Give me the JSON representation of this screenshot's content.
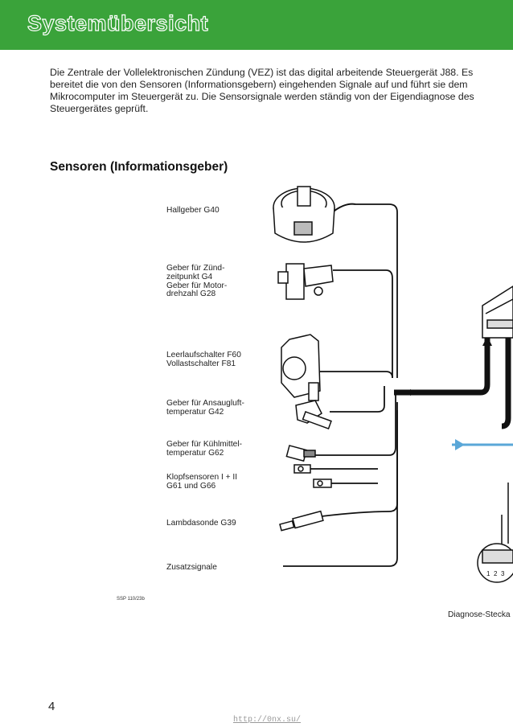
{
  "header": {
    "title": "Systemübersicht",
    "bar_color": "#3aa33a"
  },
  "intro": {
    "lines": [
      "Die Zentrale der Vollelektronischen Zündung (VEZ) ist das digital arbeitende Steuergerät J88. Es",
      "bereitet die von den Sensoren (Informationsgebern) eingehenden Signale auf und führt sie dem",
      "Mikrocomputer im Steuergerät zu. Die Sensorsignale werden ständig von der Eigendiagnose des",
      "Steuergerätes geprüft."
    ]
  },
  "section": {
    "heading": "Sensoren (Informationsgeber)"
  },
  "sensors": [
    {
      "lines": [
        "Hallgeber G40"
      ],
      "icon": "hall-sender-icon"
    },
    {
      "lines": [
        "Geber für Zünd-",
        "zeitpunkt G4",
        "Geber für Motor-",
        "drehzahl G28"
      ],
      "icon": "speed-sender-icon"
    },
    {
      "lines": [
        "Leerlaufschalter F60",
        "Vollastschalter F81"
      ],
      "icon": "throttle-switch-icon"
    },
    {
      "lines": [
        "Geber für Ansaugluft-",
        "temperatur G42"
      ],
      "icon": "intake-temp-sender-icon"
    },
    {
      "lines": [
        "Geber für Kühlmittel-",
        "temperatur G62"
      ],
      "icon": "coolant-temp-sender-icon"
    },
    {
      "lines": [
        "Klopfsensoren I + II",
        "G61 und G66"
      ],
      "icon": "knock-sensor-icon"
    },
    {
      "lines": [
        "Lambdasonde G39"
      ],
      "icon": "lambda-probe-icon"
    },
    {
      "lines": [
        "Zusatzsignale"
      ],
      "icon": ""
    }
  ],
  "diagnosis": {
    "label": "Diagnose-Stecka",
    "pins": [
      "1",
      "2",
      "3"
    ]
  },
  "footer": {
    "figure_code": "SSP 110/23b",
    "page_number": "4",
    "watermark": "http://0nx.su/"
  }
}
